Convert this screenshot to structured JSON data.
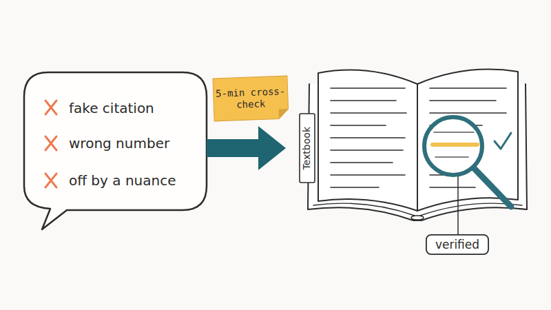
{
  "diagram": {
    "nodes": [
      {
        "text": [
          "fake citation",
          "wrong number",
          "off by a nuance"
        ]
      },
      {
        "text": [
          "5-min cross-check"
        ]
      },
      {
        "text": [
          "Textbook"
        ]
      },
      {
        "text": [
          "verified"
        ]
      }
    ],
    "edges": [
      {
        "from": 0,
        "to": 2,
        "arrow": "to"
      }
    ]
  }
}
